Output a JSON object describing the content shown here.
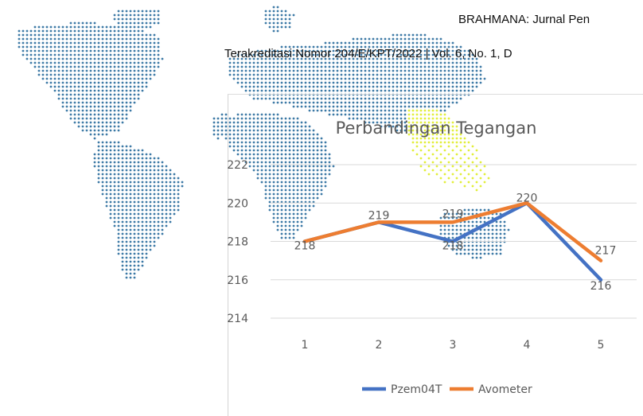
{
  "header": {
    "line1": "BRAHMANA: Jurnal Pen",
    "line2": "Terakreditasi Nomor 204/E/KPT/2022 | Vol. 6, No. 1, D"
  },
  "colors": {
    "map_dots": "#3d7aa6",
    "map_highlight": "#e2ee3a",
    "series_blue": "#4472c4",
    "series_orange": "#ed7d31"
  },
  "chart_data": {
    "type": "line",
    "title": "Perbandingan Tegangan",
    "categories": [
      "1",
      "2",
      "3",
      "4",
      "5"
    ],
    "ylim": [
      214,
      222
    ],
    "yticks": [
      "214",
      "216",
      "218",
      "220",
      "222"
    ],
    "grid": true,
    "legend": "bottom",
    "series": [
      {
        "name": "Pzem04T",
        "values": [
          218,
          219,
          218,
          220,
          216
        ],
        "labels": [
          "218",
          "219",
          "218",
          "220",
          "216"
        ],
        "color": "#4472c4"
      },
      {
        "name": "Avometer",
        "values": [
          218,
          219,
          219,
          220,
          217
        ],
        "labels": [
          "",
          "",
          "219",
          "",
          "217"
        ],
        "color": "#ed7d31"
      }
    ]
  }
}
